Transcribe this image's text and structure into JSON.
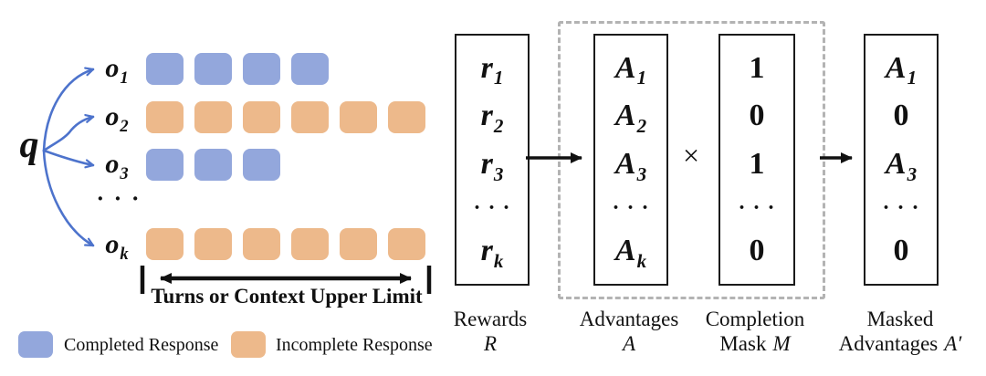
{
  "colors": {
    "completed_response": "#93A7DC",
    "incomplete_response": "#EDB98B",
    "fan_arrows": "#4D73CC",
    "dashed_group_box": "#B3B3B3",
    "ink": "#111111"
  },
  "rollout_panel": {
    "query": "q",
    "rows": [
      {
        "label_base": "o",
        "label_sub": "1",
        "squares": {
          "count": 4,
          "color": "blue"
        }
      },
      {
        "label_base": "o",
        "label_sub": "2",
        "squares": {
          "count": 6,
          "color": "orange"
        }
      },
      {
        "label_base": "o",
        "label_sub": "3",
        "squares": {
          "count": 3,
          "color": "blue"
        }
      },
      {
        "label_base": "o",
        "label_sub": "k",
        "squares": {
          "count": 6,
          "color": "orange"
        }
      }
    ],
    "ellipsis": "· · ·",
    "axis_label": "Turns or Context Upper Limit",
    "legend": [
      {
        "swatch": "blue",
        "label": "Completed Response"
      },
      {
        "swatch": "orange",
        "label": "Incomplete Response"
      }
    ]
  },
  "pipeline": {
    "multiply": "×",
    "columns": {
      "rewards": {
        "entries": [
          {
            "base": "r",
            "sub": "1",
            "kind": "math"
          },
          {
            "base": "r",
            "sub": "2",
            "kind": "math"
          },
          {
            "base": "r",
            "sub": "3",
            "kind": "math"
          },
          {
            "base": "· · ·",
            "kind": "dots"
          },
          {
            "base": "r",
            "sub": "k",
            "kind": "math"
          }
        ],
        "caption": "Rewards",
        "symbol_prefix": "",
        "symbol": "R"
      },
      "advantages": {
        "entries": [
          {
            "base": "A",
            "sub": "1",
            "kind": "math"
          },
          {
            "base": "A",
            "sub": "2",
            "kind": "math"
          },
          {
            "base": "A",
            "sub": "3",
            "kind": "math"
          },
          {
            "base": "· · ·",
            "kind": "dots"
          },
          {
            "base": "A",
            "sub": "k",
            "kind": "math"
          }
        ],
        "caption": "Advantages",
        "symbol_prefix": "",
        "symbol": "A"
      },
      "completion_mask": {
        "entries": [
          {
            "base": "1",
            "kind": "num"
          },
          {
            "base": "0",
            "kind": "num"
          },
          {
            "base": "1",
            "kind": "num"
          },
          {
            "base": "· · ·",
            "kind": "dots"
          },
          {
            "base": "0",
            "kind": "num"
          }
        ],
        "caption": "Completion",
        "symbol_prefix": "Mask",
        "symbol": "M"
      },
      "masked_advantages": {
        "entries": [
          {
            "base": "A",
            "sub": "1",
            "kind": "math"
          },
          {
            "base": "0",
            "kind": "num"
          },
          {
            "base": "A",
            "sub": "3",
            "kind": "math"
          },
          {
            "base": "· · ·",
            "kind": "dots"
          },
          {
            "base": "0",
            "kind": "num"
          }
        ],
        "caption": "Masked",
        "symbol_prefix": "Advantages",
        "symbol": "A′"
      }
    }
  }
}
